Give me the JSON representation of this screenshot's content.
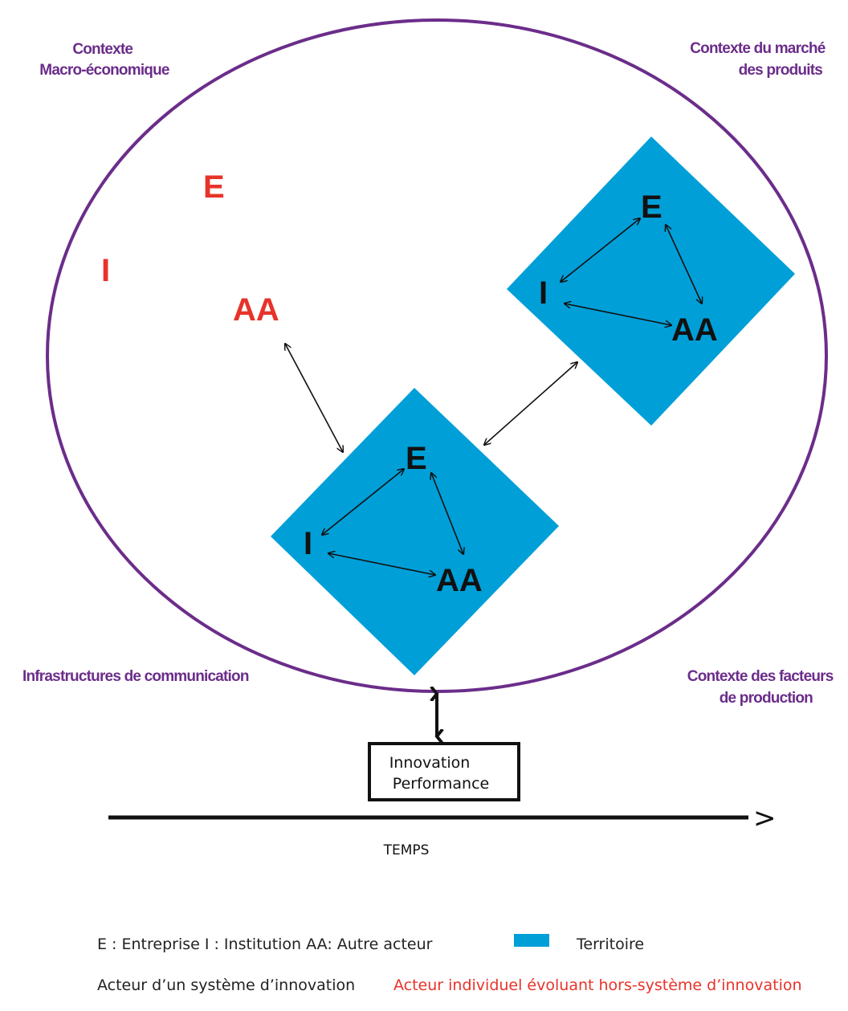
{
  "colors": {
    "territory": "#009fd8",
    "ellipse": "#6b2d8a",
    "context_text": "#6b2d8a",
    "outside_actor": "#e8332a",
    "system_actor": "#111111"
  },
  "contexts": {
    "macro_line1": "Contexte",
    "macro_line2": "Macro-économique",
    "market_line1": "Contexte du marché",
    "market_line2": "des produits",
    "infra": "Infrastructures de communication",
    "factors_line1": "Contexte des facteurs",
    "factors_line2": "de production"
  },
  "outside_actors": {
    "e": "E",
    "i": "I",
    "aa": "AA"
  },
  "territory_1": {
    "e": "E",
    "i": "I",
    "aa": "AA"
  },
  "territory_2": {
    "e": "E",
    "i": "I",
    "aa": "AA"
  },
  "result_box": {
    "line1": "Innovation",
    "line2": "Performance"
  },
  "axis": {
    "label": "TEMPS",
    "arrowhead": ">"
  },
  "legend": {
    "abbreviations": "E : Entreprise  I : Institution  AA: Autre acteur",
    "territory": "Territoire",
    "system_actor": "Acteur d’un système d’innovation",
    "outside_actor": "Acteur individuel évoluant hors-système d’innovation"
  }
}
